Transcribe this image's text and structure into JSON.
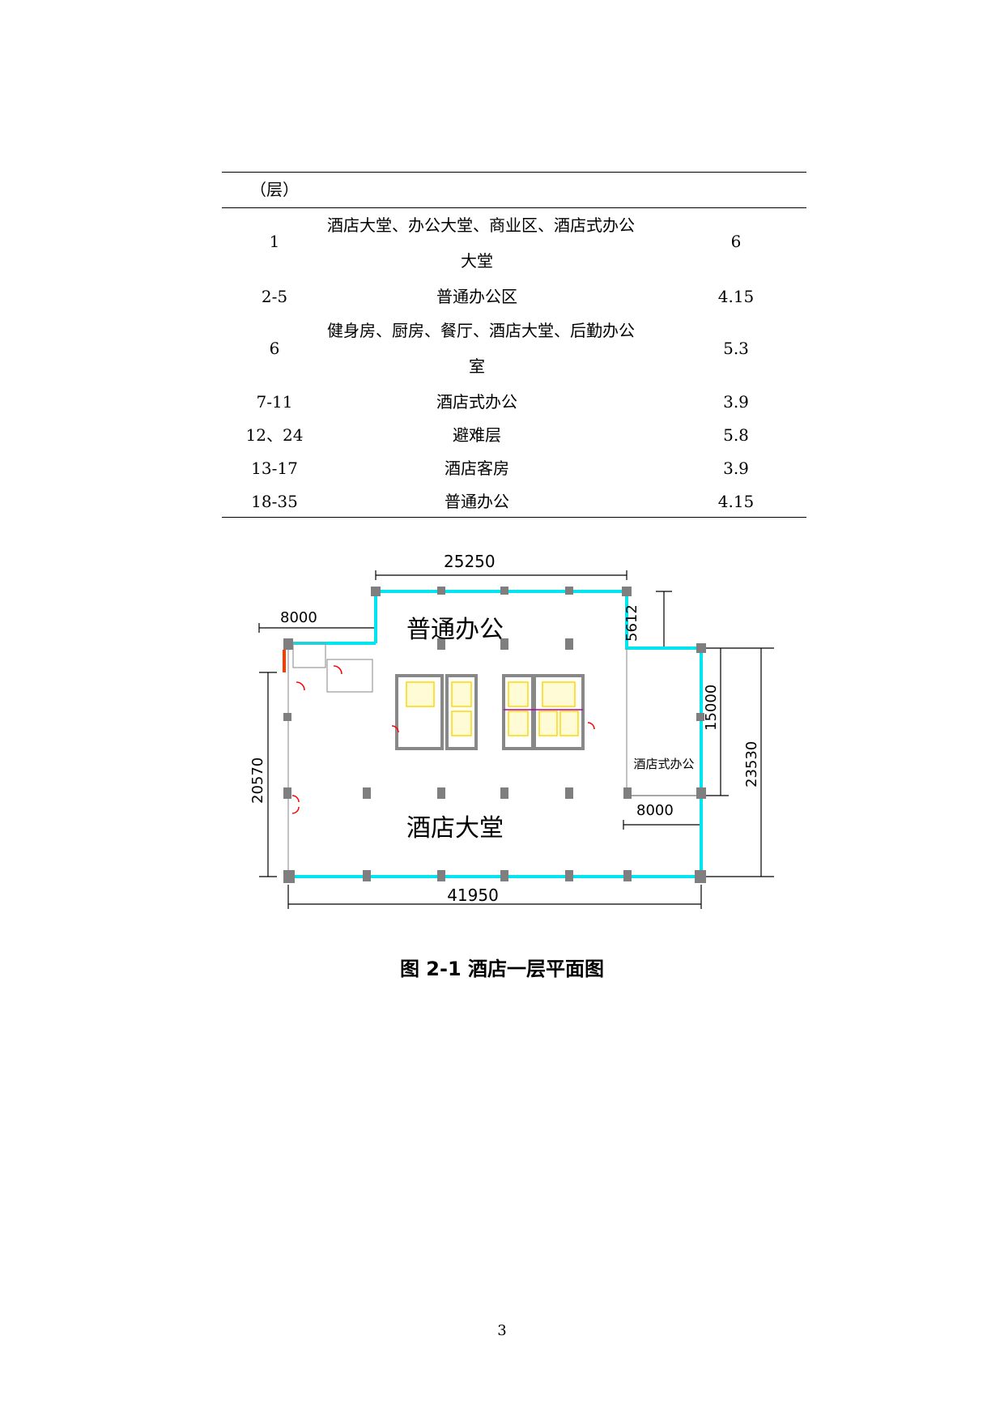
{
  "table": {
    "header": "（层）",
    "rows": [
      {
        "floor": "1",
        "use_line1": "酒店大堂、办公大堂、商业区、酒店式办公",
        "use_line2": "大堂",
        "height": "6"
      },
      {
        "floor": "2-5",
        "use_line1": "普通办公区",
        "use_line2": "",
        "height": "4.15"
      },
      {
        "floor": "6",
        "use_line1": "健身房、厨房、餐厅、酒店大堂、后勤办公",
        "use_line2": "室",
        "height": "5.3"
      },
      {
        "floor": "7-11",
        "use_line1": "酒店式办公",
        "use_line2": "",
        "height": "3.9"
      },
      {
        "floor": "12、24",
        "use_line1": "避难层",
        "use_line2": "",
        "height": "5.8"
      },
      {
        "floor": "13-17",
        "use_line1": "酒店客房",
        "use_line2": "",
        "height": "3.9"
      },
      {
        "floor": "18-35",
        "use_line1": "普通办公",
        "use_line2": "",
        "height": "4.15"
      }
    ]
  },
  "plan": {
    "dims": {
      "top_width": "25250",
      "left_offset": "8000",
      "right_top_offset": "5612",
      "right_height": "15000",
      "right_total": "23530",
      "left_height": "20570",
      "right_wing_width": "8000",
      "bottom_width": "41950"
    },
    "labels": {
      "office": "普通办公",
      "lobby": "酒店大堂",
      "serviced_office": "酒店式办公"
    },
    "colors": {
      "wall": "#00e5ee",
      "column": "#7f7f7f",
      "core": "#ffd700",
      "door": "#ff0000"
    }
  },
  "caption": "图 2-1 酒店一层平面图",
  "page_number": "3"
}
